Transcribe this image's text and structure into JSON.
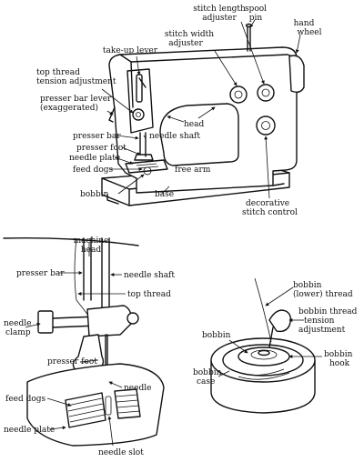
{
  "labels": {
    "spool_pin_1": "spool",
    "spool_pin_2": "pin",
    "stitch_length_1": "stitch length",
    "stitch_length_2": "adjuster",
    "hand_wheel_1": "hand",
    "hand_wheel_2": "wheel",
    "stitch_width_1": "stitch width",
    "stitch_width_2": "adjuster",
    "take_up_lever": "take-up lever",
    "top_thread_tension_1": "top thread",
    "top_thread_tension_2": "tension adjustment",
    "presser_bar_lever_1": "presser bar lever",
    "presser_bar_lever_2": "(exaggerated)",
    "head": "head",
    "presser_bar_top": "presser bar",
    "needle_shaft_top": "needle shaft",
    "presser_foot_top": "presser foot",
    "needle_plate_top": "needle plate",
    "feed_dogs_top": "feed dogs",
    "free_arm": "free arm",
    "bobbin_top": "bobbin",
    "base": "base",
    "decorative_1": "decorative",
    "decorative_2": "stitch control",
    "machine_head_1": "machine",
    "machine_head_2": "head",
    "presser_bar": "presser bar",
    "needle_shaft": "needle shaft",
    "top_thread": "top thread",
    "needle_clamp_1": "needle",
    "needle_clamp_2": "clamp",
    "presser_foot": "presser foot",
    "needle": "needle",
    "feed_dogs": "feed dogs",
    "needle_plate": "needle plate",
    "needle_slot": "needle slot",
    "bobbin_lower_1": "bobbin",
    "bobbin_lower_2": "(lower) thread",
    "bobbin_tension_1": "bobbin thread",
    "bobbin_tension_2": "tension",
    "bobbin_tension_3": "adjustment",
    "bobbin_inset": "bobbin",
    "bobbin_hook_1": "bobbin",
    "bobbin_hook_2": "hook",
    "bobbin_case_1": "bobbin",
    "bobbin_case_2": "case"
  }
}
